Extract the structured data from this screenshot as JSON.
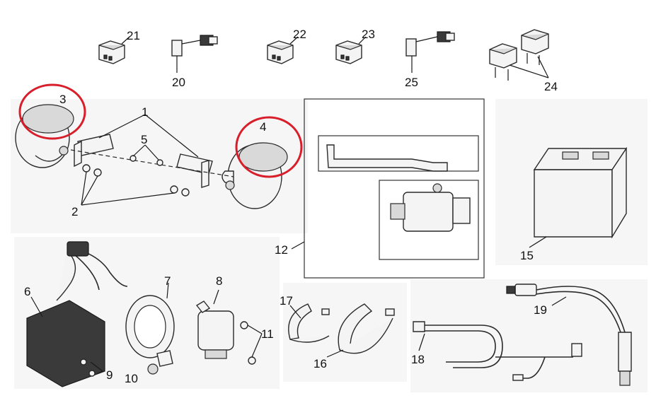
{
  "diagram": {
    "highlight_color": "#d81e2a",
    "callouts": [
      {
        "id": "c1",
        "label": "1"
      },
      {
        "id": "c2",
        "label": "2"
      },
      {
        "id": "c3",
        "label": "3"
      },
      {
        "id": "c4",
        "label": "4"
      },
      {
        "id": "c5",
        "label": "5"
      },
      {
        "id": "c6",
        "label": "6"
      },
      {
        "id": "c7",
        "label": "7"
      },
      {
        "id": "c8",
        "label": "8"
      },
      {
        "id": "c9",
        "label": "9"
      },
      {
        "id": "c10",
        "label": "10"
      },
      {
        "id": "c11",
        "label": "11"
      },
      {
        "id": "c12",
        "label": "12"
      },
      {
        "id": "c15",
        "label": "15"
      },
      {
        "id": "c16",
        "label": "16"
      },
      {
        "id": "c17",
        "label": "17"
      },
      {
        "id": "c18",
        "label": "18"
      },
      {
        "id": "c19",
        "label": "19"
      },
      {
        "id": "c20",
        "label": "20"
      },
      {
        "id": "c21",
        "label": "21"
      },
      {
        "id": "c22",
        "label": "22"
      },
      {
        "id": "c23",
        "label": "23"
      },
      {
        "id": "c24",
        "label": "24"
      },
      {
        "id": "c25",
        "label": "25"
      }
    ]
  }
}
